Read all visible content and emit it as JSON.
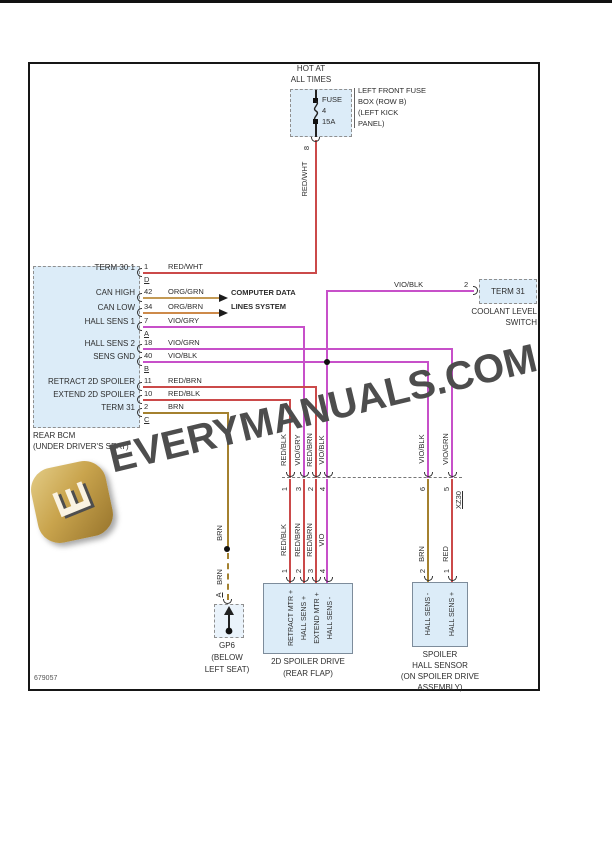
{
  "page": {
    "doc_number": "679057"
  },
  "watermark": {
    "text": "EVERYMANUALS.COM",
    "logo_letter": "E"
  },
  "power": {
    "hot_line1": "HOT AT",
    "hot_line2": "ALL TIMES",
    "fuse_word": "FUSE",
    "fuse_number": "4",
    "fuse_rating": "15A",
    "callout_line1": "LEFT FRONT FUSE",
    "callout_line2": "BOX (ROW B)",
    "callout_line3": "(LEFT KICK",
    "callout_line4": "PANEL)",
    "pin": "8",
    "wire": "RED/WHT"
  },
  "bcm": {
    "caption_line1": "REAR BCM",
    "caption_line2": "(UNDER DRIVER'S SEAT)",
    "rows": [
      {
        "label": "TERM 30 1",
        "pin": "1",
        "wire": "RED/WHT",
        "conn": "D"
      },
      {
        "label": "CAN HIGH",
        "pin": "42",
        "wire": "ORG/GRN"
      },
      {
        "label": "CAN LOW",
        "pin": "34",
        "wire": "ORG/BRN"
      },
      {
        "label": "HALL SENS 1",
        "pin": "7",
        "wire": "VIO/GRY",
        "conn": "A"
      },
      {
        "label": "HALL SENS 2",
        "pin": "18",
        "wire": "VIO/GRN"
      },
      {
        "label": "SENS GND",
        "pin": "40",
        "wire": "VIO/BLK",
        "conn": "B"
      },
      {
        "label": "RETRACT 2D SPOILER",
        "pin": "11",
        "wire": "RED/BRN"
      },
      {
        "label": "EXTEND 2D SPOILER",
        "pin": "10",
        "wire": "RED/BLK"
      },
      {
        "label": "TERM 31",
        "pin": "2",
        "wire": "BRN",
        "conn": "C"
      }
    ]
  },
  "can": {
    "line1": "COMPUTER DATA",
    "line2": "LINES SYSTEM"
  },
  "coolant_switch": {
    "wire": "VIO/BLK",
    "pin": "2",
    "terminal": "TERM 31",
    "caption_line1": "COOLANT LEVEL",
    "caption_line2": "SWITCH"
  },
  "inline_conn": {
    "id": "XZ30",
    "above_labels": [
      "RED/BLK",
      "VIO/GRY",
      "RED/BRN",
      "VIO/BLK",
      "VIO/BLK",
      "VIO/GRN"
    ],
    "pins": [
      "1",
      "3",
      "2",
      "4",
      "6",
      "5"
    ],
    "below_labels": [
      "RED/BLK",
      "RED/BRN",
      "RED/BRN",
      "VIO",
      "BRN",
      "RED"
    ]
  },
  "spoiler_drive": {
    "pins": [
      "1",
      "2",
      "3",
      "4"
    ],
    "terminals": [
      "RETRACT MTR +",
      "HALL SENS +",
      "EXTEND MTR +",
      "HALL SENS -"
    ],
    "caption_line1": "2D SPOILER DRIVE",
    "caption_line2": "(REAR FLAP)"
  },
  "hall_sensor": {
    "pins": [
      "2",
      "1"
    ],
    "terminals": [
      "HALL SENS -",
      "HALL SENS +"
    ],
    "caption_line1": "SPOILER",
    "caption_line2": "HALL SENSOR",
    "caption_line3": "(ON SPOILER DRIVE",
    "caption_line4": "ASSEMBLY)"
  },
  "ground": {
    "wire_upper": "BRN",
    "wire_lower": "BRN",
    "pin": "A",
    "caption_line1": "GP6",
    "caption_line2": "(BELOW",
    "caption_line3": "LEFT SEAT)"
  },
  "colors": {
    "red": "#cb4a4a",
    "org_grn": "#c39a55",
    "org_brn": "#cd8a4a",
    "violet": "#c750c9",
    "brown": "#a4812f",
    "box_fill": "#dcecf8",
    "watermark_gray": "#4d4d4d",
    "logo_gold": "#c9a44d"
  }
}
